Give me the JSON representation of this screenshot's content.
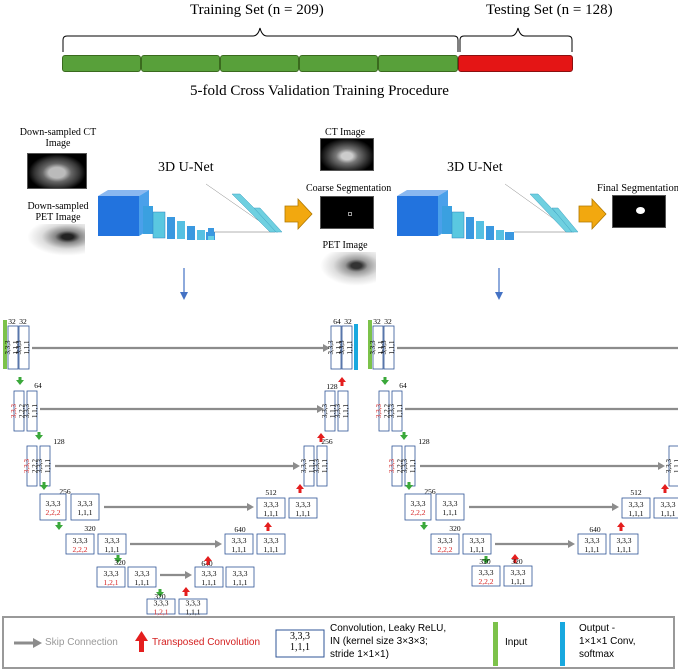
{
  "top": {
    "training_label": "Training Set (n = 209)",
    "testing_label": "Testing Set (n = 128)",
    "procedure_label": "5-fold Cross Validation Training Procedure",
    "colors": {
      "train": "#58a03a",
      "test": "#e41515"
    }
  },
  "pipeline": {
    "ct_label": "Down-sampled CT Image",
    "pet_label": "Down-sampled PET Image",
    "unet1_title": "3D U-Net",
    "unet2_title": "3D U-Net",
    "ct_image_label": "CT Image",
    "coarse_label": "Coarse Segmentation",
    "pet_image_label": "PET Image",
    "final_label": "Final Segmentation",
    "arrow_color": "#f2a80f"
  },
  "network": {
    "input_channels": [
      "32",
      "32"
    ],
    "out_channels": [
      "64",
      "32"
    ],
    "k333": "3,3,3",
    "k111": "1,1,1",
    "s222": "2,2,2",
    "s121": "1,2,1",
    "channels": [
      "64",
      "128",
      "256",
      "320",
      "320",
      "320"
    ],
    "up_channels": [
      "128",
      "256",
      "512",
      "640",
      "640"
    ],
    "colors": {
      "block": "#2f5597",
      "stride": "#d42020",
      "skip": "#8c8c8c",
      "down": "#3aa83a",
      "up": "#e41e1e",
      "input": "#7cc24a",
      "output": "#18a8df"
    }
  },
  "legend": {
    "skip": "Skip Connection",
    "transposed": "Transposed Convolution",
    "block_k": "3,3,3",
    "block_s": "1,1,1",
    "conv_desc_1": "Convolution, Leaky ReLU,",
    "conv_desc_2": "IN (kernel size 3×3×3;",
    "conv_desc_3": "stride 1×1×1)",
    "input": "Input",
    "output_1": "Output -",
    "output_2": "1×1×1 Conv,",
    "output_3": "softmax"
  }
}
